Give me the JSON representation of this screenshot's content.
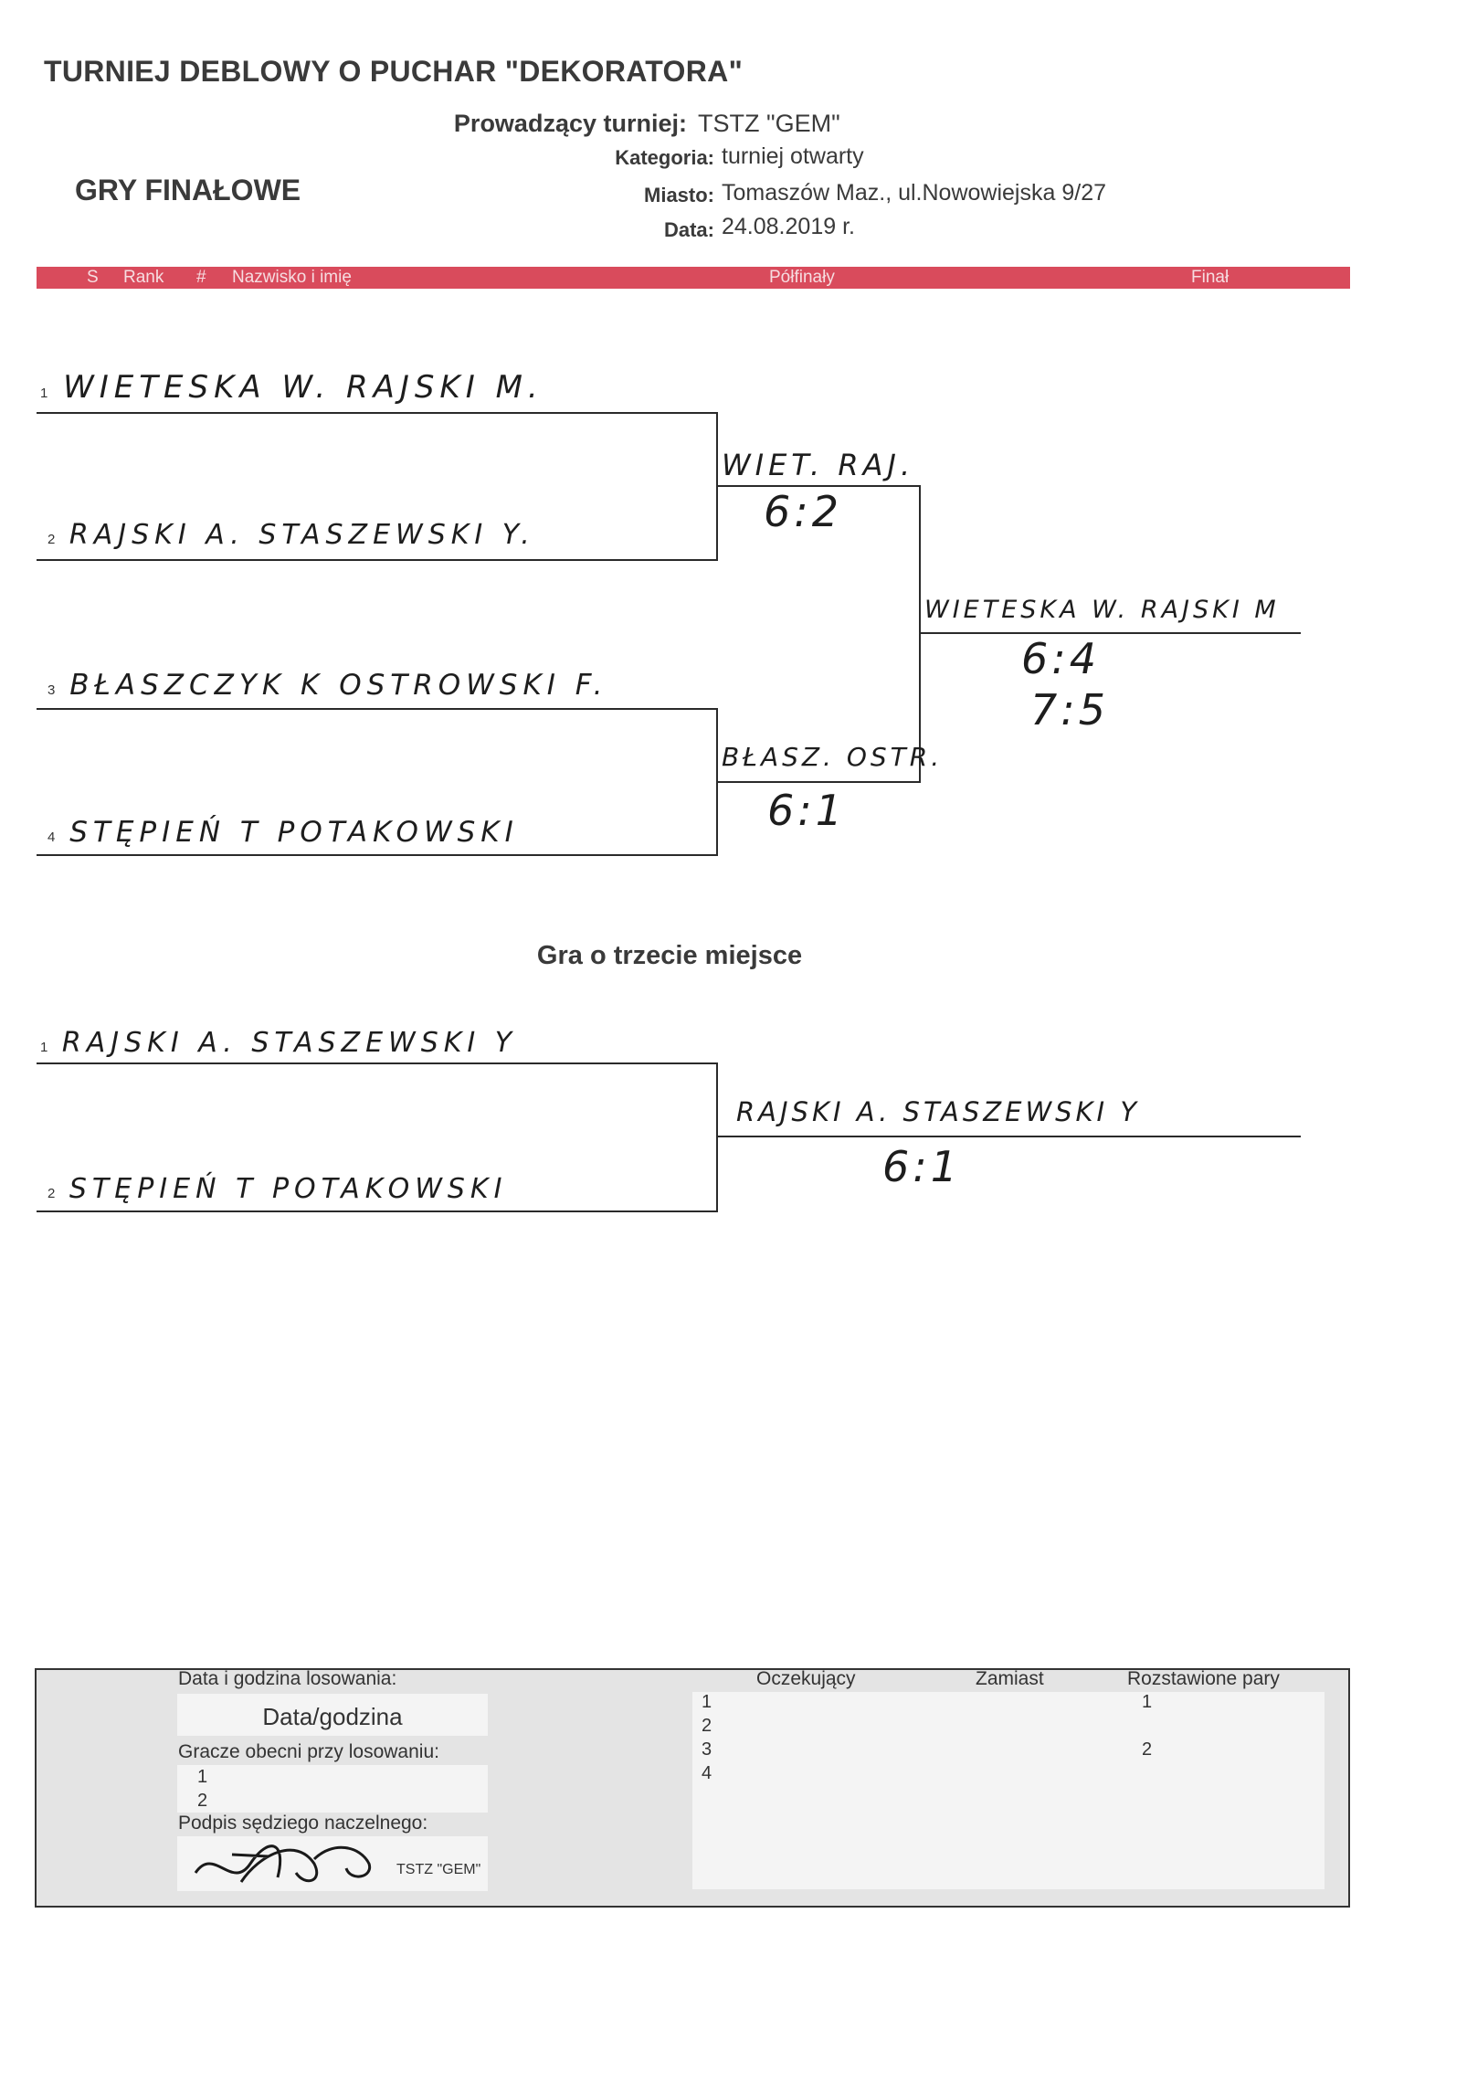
{
  "header": {
    "title": "TURNIEJ DEBLOWY O PUCHAR \"DEKORATORA\"",
    "subtitle": "GRY FINAŁOWE",
    "organizer_label": "Prowadzący turniej:",
    "organizer_value": "TSTZ \"GEM\"",
    "category_label": "Kategoria:",
    "category_value": "turniej otwarty",
    "city_label": "Miasto:",
    "city_value": "Tomaszów Maz., ul.Nowowiejska 9/27",
    "date_label": "Data:",
    "date_value": "24.08.2019 r."
  },
  "bar": {
    "s": "S",
    "rank": "Rank",
    "hash": "#",
    "name": "Nazwisko i imię",
    "semis": "Półfinały",
    "final": "Finał"
  },
  "main_bracket": {
    "players": [
      {
        "seed": "1",
        "name": "WIETESKA W. RAJSKI M."
      },
      {
        "seed": "2",
        "name": "RAJSKI A. STASZEWSKI Y."
      },
      {
        "seed": "3",
        "name": "BŁASZCZYK K OSTROWSKI F."
      },
      {
        "seed": "4",
        "name": "STĘPIEŃ T POTAKOWSKI"
      }
    ],
    "semis": [
      {
        "winner": "WIET. RAJ.",
        "score": "6:2"
      },
      {
        "winner": "BŁASZ. OSTR.",
        "score": "6:1"
      }
    ],
    "final": {
      "winner": "WIETESKA W. RAJSKI M",
      "score1": "6:4",
      "score2": "7:5"
    }
  },
  "third_place": {
    "heading": "Gra o trzecie miejsce",
    "players": [
      {
        "seed": "1",
        "name": "RAJSKI A. STASZEWSKI Y"
      },
      {
        "seed": "2",
        "name": "STĘPIEŃ T POTAKOWSKI"
      }
    ],
    "winner": "RAJSKI A. STASZEWSKI Y",
    "score": "6:1"
  },
  "footer": {
    "draw_label": "Data i godzina losowania:",
    "draw_value": "Data/godzina",
    "present_label": "Gracze obecni przy losowaniu:",
    "present_items": [
      "1",
      "2"
    ],
    "signature_label": "Podpis sędziego naczelnego:",
    "stamp": "TSTZ \"GEM\"",
    "waiting_label": "Oczekujący",
    "instead_label": "Zamiast",
    "seeded_label": "Rozstawione pary",
    "waiting_items": [
      "1",
      "2",
      "3",
      "4"
    ],
    "seeded_items": [
      "1",
      "2"
    ]
  }
}
